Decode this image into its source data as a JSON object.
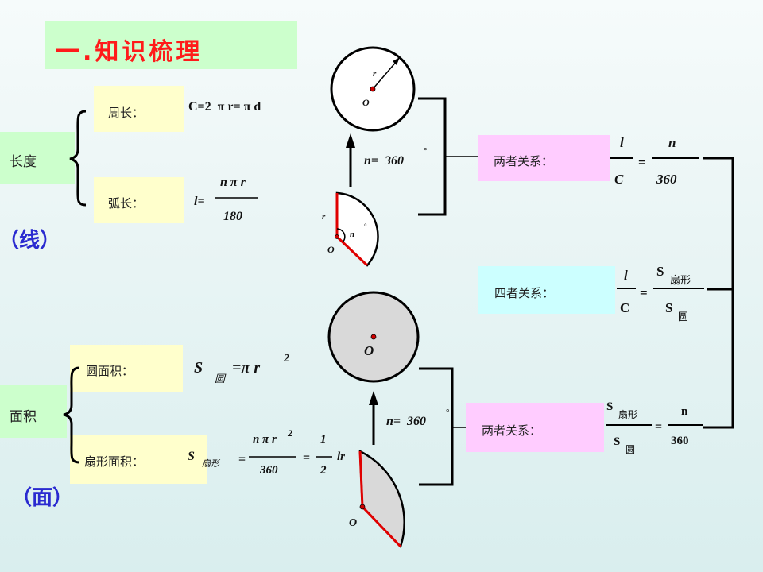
{
  "title": "一.知识梳理",
  "length": {
    "label": "长度",
    "paren": "（线）",
    "perimeter_label": "周长：",
    "perimeter_formula": "C=2  π r= π d",
    "arc_label": "弧长：",
    "arc_lhs": "l=",
    "arc_num": "n π r",
    "arc_den": "180"
  },
  "area": {
    "label": "面积",
    "paren": "（面）",
    "circle_label": "圆面积：",
    "circle_S": "S",
    "circle_sub": "圆",
    "circle_rhs": "=π r",
    "circle_exp": "2",
    "sector_label": "扇形面积：",
    "sector_S": "S",
    "sector_sub": "扇形",
    "sector_eq1": "=",
    "sector_num": "n π r",
    "sector_exp": "2",
    "sector_den": "360",
    "sector_eq2": "=",
    "half_num": "1",
    "half_den": "2",
    "half_rhs": "lr"
  },
  "top_circle": {
    "r": "r",
    "o": "O"
  },
  "top_sector": {
    "r": "r",
    "n": "n",
    "deg": "°",
    "o": "O"
  },
  "top_n360": "n=  360",
  "top_deg": "°",
  "bottom_circle": {
    "o": "O"
  },
  "bottom_sector": {
    "o": "O"
  },
  "bottom_n360": "n=  360",
  "bottom_deg": "°",
  "rel1": {
    "label": "两者关系：",
    "num": "l",
    "den": "C",
    "eq": "=",
    "rnum": "n",
    "rden": "360"
  },
  "rel4": {
    "label": "四者关系：",
    "num": "l",
    "den": "C",
    "eq": "=",
    "rnum": "S",
    "rnum_sub": "扇形",
    "rden": "S",
    "rden_sub": "圆"
  },
  "rel2": {
    "label": "两者关系：",
    "num": "S",
    "num_sub": "扇形",
    "den": "S",
    "den_sub": "圆",
    "eq": "=",
    "rnum": "n",
    "rden": "360"
  },
  "colors": {
    "red": "#e00000",
    "accent": "#ff1a1a",
    "paren": "#2a2ad0"
  }
}
